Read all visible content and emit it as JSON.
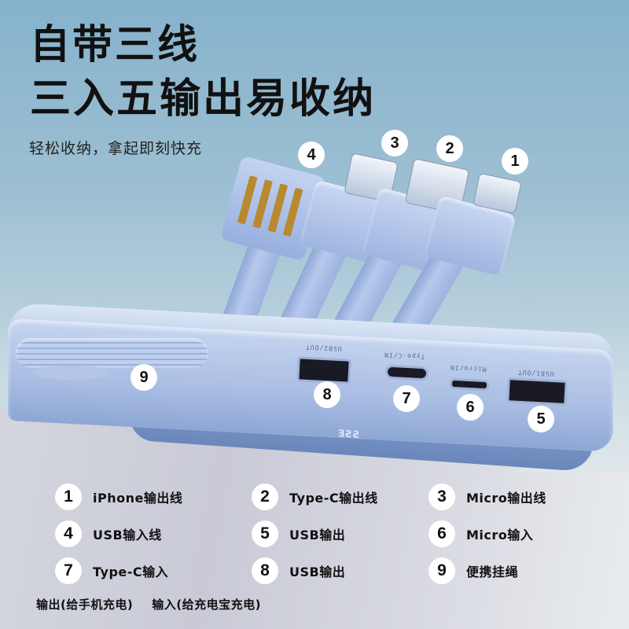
{
  "headline": {
    "line1": "自带三线",
    "line2": "三入五输出易收纳",
    "subtitle": "轻松收纳，拿起即刻快充"
  },
  "device": {
    "logo_text": "ƎƧƧ",
    "port_labels": {
      "usb2": "USB2/OUT",
      "typec": "Type-C/IN",
      "micro": "Micro/IN",
      "usb1": "USB1/OUT"
    }
  },
  "badges": [
    {
      "n": "1",
      "target": "iPhone cable"
    },
    {
      "n": "2",
      "target": "Type-C cable"
    },
    {
      "n": "3",
      "target": "Micro cable"
    },
    {
      "n": "4",
      "target": "USB cable"
    },
    {
      "n": "5",
      "target": "USB1 port"
    },
    {
      "n": "6",
      "target": "Micro port"
    },
    {
      "n": "7",
      "target": "Type-C port"
    },
    {
      "n": "8",
      "target": "USB2 port"
    },
    {
      "n": "9",
      "target": "lanyard"
    }
  ],
  "legend": [
    {
      "n": "1",
      "label": "iPhone输出线"
    },
    {
      "n": "2",
      "label": "Type-C输出线"
    },
    {
      "n": "3",
      "label": "Micro输出线"
    },
    {
      "n": "4",
      "label": "USB输入线"
    },
    {
      "n": "5",
      "label": "USB输出"
    },
    {
      "n": "6",
      "label": "Micro输入"
    },
    {
      "n": "7",
      "label": "Type-C输入"
    },
    {
      "n": "8",
      "label": "USB输出"
    },
    {
      "n": "9",
      "label": "便携挂绳"
    }
  ],
  "footnote": {
    "output": "输出(给手机充电)",
    "input": "输入(给充电宝充电)"
  },
  "colors": {
    "sky_top": "#86b2cc",
    "device_blue": "#a9bde3",
    "text": "#111111",
    "badge_bg": "#ffffff",
    "gold_pin": "#b8892e"
  }
}
